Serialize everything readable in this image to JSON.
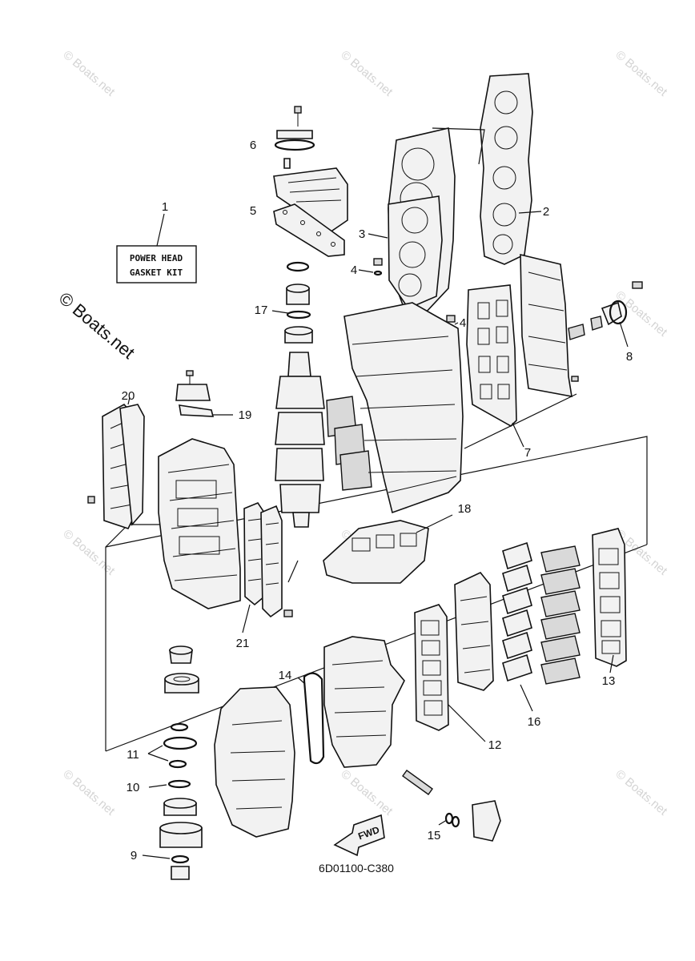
{
  "kit_label": {
    "line1": "POWER HEAD",
    "line2": "GASKET KIT"
  },
  "diagram_code": "6D01100-C380",
  "fwd_label": "FWD",
  "watermark": "© Boats.net",
  "watermark_large": "© Boats.net",
  "callouts": {
    "c1": "1",
    "c2": "2",
    "c3": "3",
    "c4a": "4",
    "c4b": "4",
    "c5": "5",
    "c6": "6",
    "c7": "7",
    "c8": "8",
    "c9": "9",
    "c10": "10",
    "c11": "11",
    "c12": "12",
    "c13": "13",
    "c14": "14",
    "c15": "15",
    "c16": "16",
    "c17": "17",
    "c18": "18",
    "c19": "19",
    "c20": "20",
    "c21": "21"
  }
}
